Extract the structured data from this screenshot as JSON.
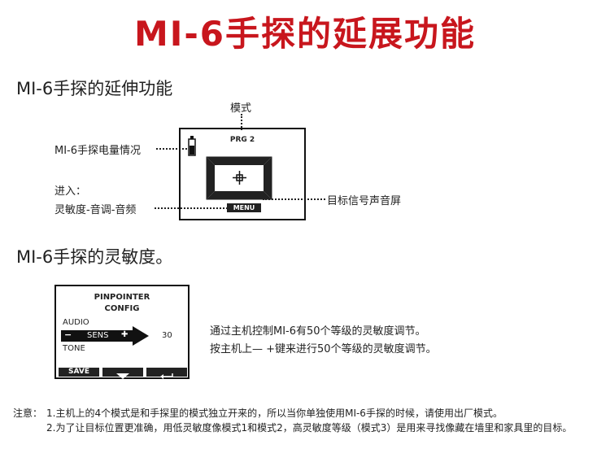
{
  "title": "MI-6手探的延展功能",
  "section1": {
    "heading": "MI-6手探的延伸功能",
    "mode_label": "模式",
    "battery_label": "MI-6手探电量情况",
    "enter_label": "进入：",
    "menu_desc": "灵敏度-音调-音频",
    "target_label": "目标信号声音屏",
    "screen": {
      "program": "PRG 2",
      "menu": "MENU"
    }
  },
  "section2": {
    "heading": "MI-6手探的灵敏度。",
    "config": {
      "title1": "PINPOINTER",
      "title2": "CONFIG",
      "audio": "AUDIO",
      "sens": "SENS",
      "minus": "−",
      "plus": "✚",
      "value": "30",
      "tone": "TONE",
      "save": "SAVE"
    },
    "desc1": "通过主机控制MI-6有50个等级的灵敏度调节。",
    "desc2": "按主机上— +键来进行50个等级的灵敏度调节。"
  },
  "notes": {
    "prefix": "注意：",
    "line1": "1.主机上的4个模式是和手探里的模式独立开来的，所以当你单独使用MI-6手探的时候，请使用出厂模式。",
    "line2": "2.为了让目标位置更准确，用低灵敏度像模式1和模式2，高灵敏度等级（模式3）是用来寻找像藏在墙里和家具里的目标。"
  },
  "colors": {
    "title": "#c8161d"
  }
}
